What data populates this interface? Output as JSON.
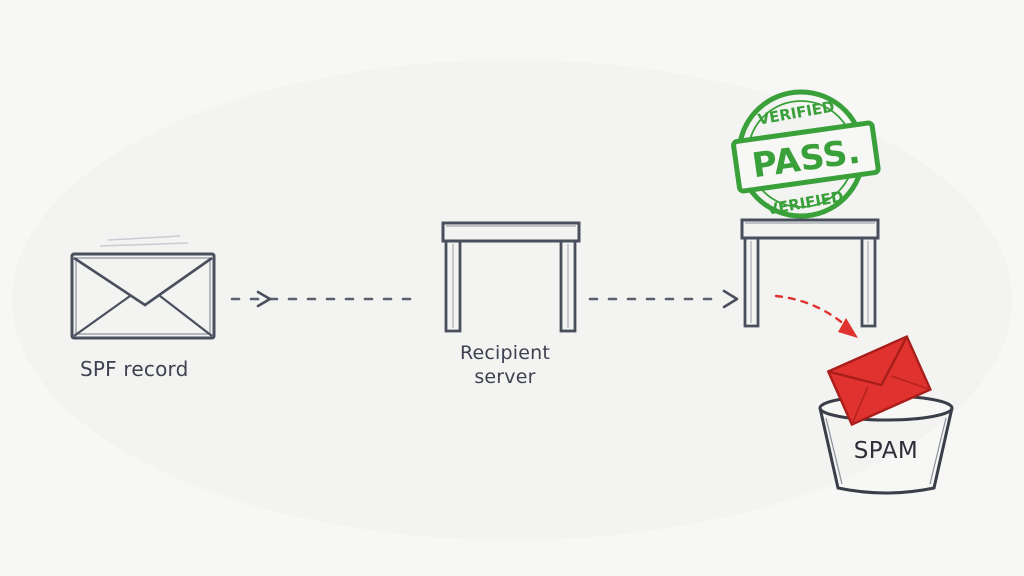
{
  "labels": {
    "sender": "SPF record",
    "recipient_line1": "Recipient",
    "recipient_line2": "server",
    "bin": "SPAM"
  },
  "stamp": {
    "top": "VERIFIED",
    "main": "PASS.",
    "bottom": "VERIFIED"
  },
  "icons": {
    "sender": "envelope-icon",
    "recipient": "server-gate-icon",
    "filter": "filter-gate-icon",
    "spam_mail": "red-envelope-icon",
    "bin": "spam-bin-icon",
    "stamp": "verified-stamp-icon"
  },
  "colors": {
    "ink": "#4a4f5e",
    "stamp_green": "#3aa03a",
    "spam_red": "#e0322e",
    "background": "#f7f7f6"
  }
}
